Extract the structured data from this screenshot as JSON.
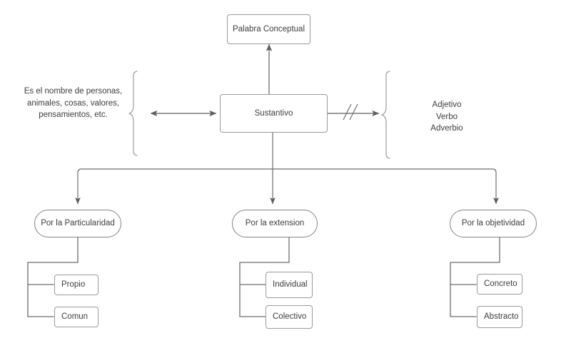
{
  "diagram": {
    "title": "Sustantivo",
    "colors": {
      "background": "#ffffff",
      "stroke": "#6e6e6e",
      "node_border": "#9a9a9a",
      "stadium_border": "#848484",
      "brace": "#9ea0ae",
      "text": "#3c3c3c"
    },
    "top": {
      "label": "Palabra Conceptual"
    },
    "center": {
      "label": "Sustantivo"
    },
    "left_definition": {
      "label": "Es el nombre de personas,\nanimales, cosas, valores,\npensamientos, etc."
    },
    "right_list": {
      "label": "Adjetivo\nVerbo\nAdverbio"
    },
    "branches": [
      {
        "label": "Por la Particularidad",
        "children": [
          {
            "label": "Propio"
          },
          {
            "label": "Comun"
          }
        ]
      },
      {
        "label": "Por la extension",
        "children": [
          {
            "label": "Individual"
          },
          {
            "label": "Colectivo"
          }
        ]
      },
      {
        "label": "Por la objetividad",
        "children": [
          {
            "label": "Concreto"
          },
          {
            "label": "Abstracto"
          }
        ]
      }
    ]
  }
}
